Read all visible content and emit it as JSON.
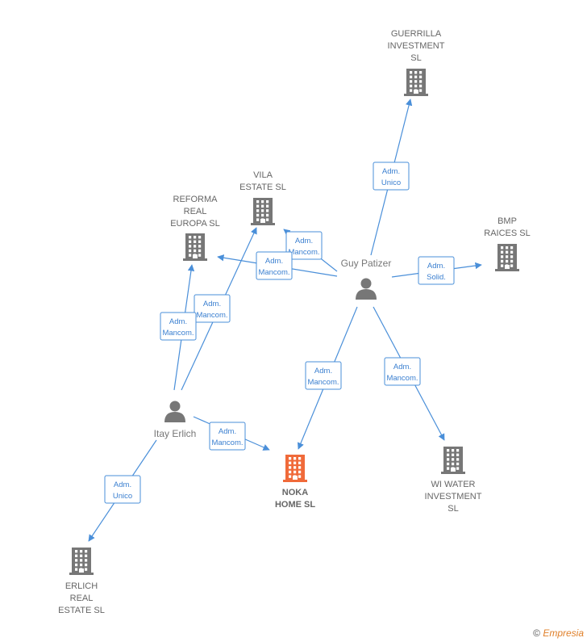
{
  "colors": {
    "edge": "#4a8fd9",
    "building": "#777777",
    "main_building": "#f06a3a",
    "person": "#777777"
  },
  "companies": [
    {
      "id": "guerrilla",
      "lines": [
        "GUERRILLA",
        "INVESTMENT",
        "SL"
      ],
      "main": false
    },
    {
      "id": "vila",
      "lines": [
        "VILA",
        "ESTATE  SL"
      ],
      "main": false
    },
    {
      "id": "reforma",
      "lines": [
        "REFORMA",
        "REAL",
        "EUROPA  SL"
      ],
      "main": false
    },
    {
      "id": "bmp",
      "lines": [
        "BMP",
        "RAICES  SL"
      ],
      "main": false
    },
    {
      "id": "noka",
      "lines": [
        "NOKA",
        "HOME  SL"
      ],
      "main": true
    },
    {
      "id": "wiwater",
      "lines": [
        "WI WATER",
        "INVESTMENT",
        "SL"
      ],
      "main": false
    },
    {
      "id": "erlich",
      "lines": [
        "ERLICH",
        "REAL",
        "ESTATE  SL"
      ],
      "main": false
    }
  ],
  "persons": [
    {
      "id": "guy",
      "name": "Guy Patizer"
    },
    {
      "id": "itay",
      "name": "Itay Erlich"
    }
  ],
  "edges": [
    {
      "from": "guy",
      "to": "guerrilla",
      "role": [
        "Adm.",
        "Unico"
      ]
    },
    {
      "from": "guy",
      "to": "vila",
      "role": [
        "Adm.",
        "Mancom."
      ]
    },
    {
      "from": "guy",
      "to": "reforma",
      "role": [
        "Adm.",
        "Mancom."
      ]
    },
    {
      "from": "guy",
      "to": "bmp",
      "role": [
        "Adm.",
        "Solid."
      ]
    },
    {
      "from": "guy",
      "to": "noka",
      "role": [
        "Adm.",
        "Mancom."
      ]
    },
    {
      "from": "guy",
      "to": "wiwater",
      "role": [
        "Adm.",
        "Mancom."
      ]
    },
    {
      "from": "itay",
      "to": "vila",
      "role": [
        "Adm.",
        "Mancom."
      ]
    },
    {
      "from": "itay",
      "to": "reforma",
      "role": [
        "Adm.",
        "Mancom."
      ]
    },
    {
      "from": "itay",
      "to": "noka",
      "role": [
        "Adm.",
        "Mancom."
      ]
    },
    {
      "from": "itay",
      "to": "erlich",
      "role": [
        "Adm.",
        "Unico"
      ]
    }
  ],
  "footer": {
    "copyright": "©",
    "brand": "Empresia"
  }
}
